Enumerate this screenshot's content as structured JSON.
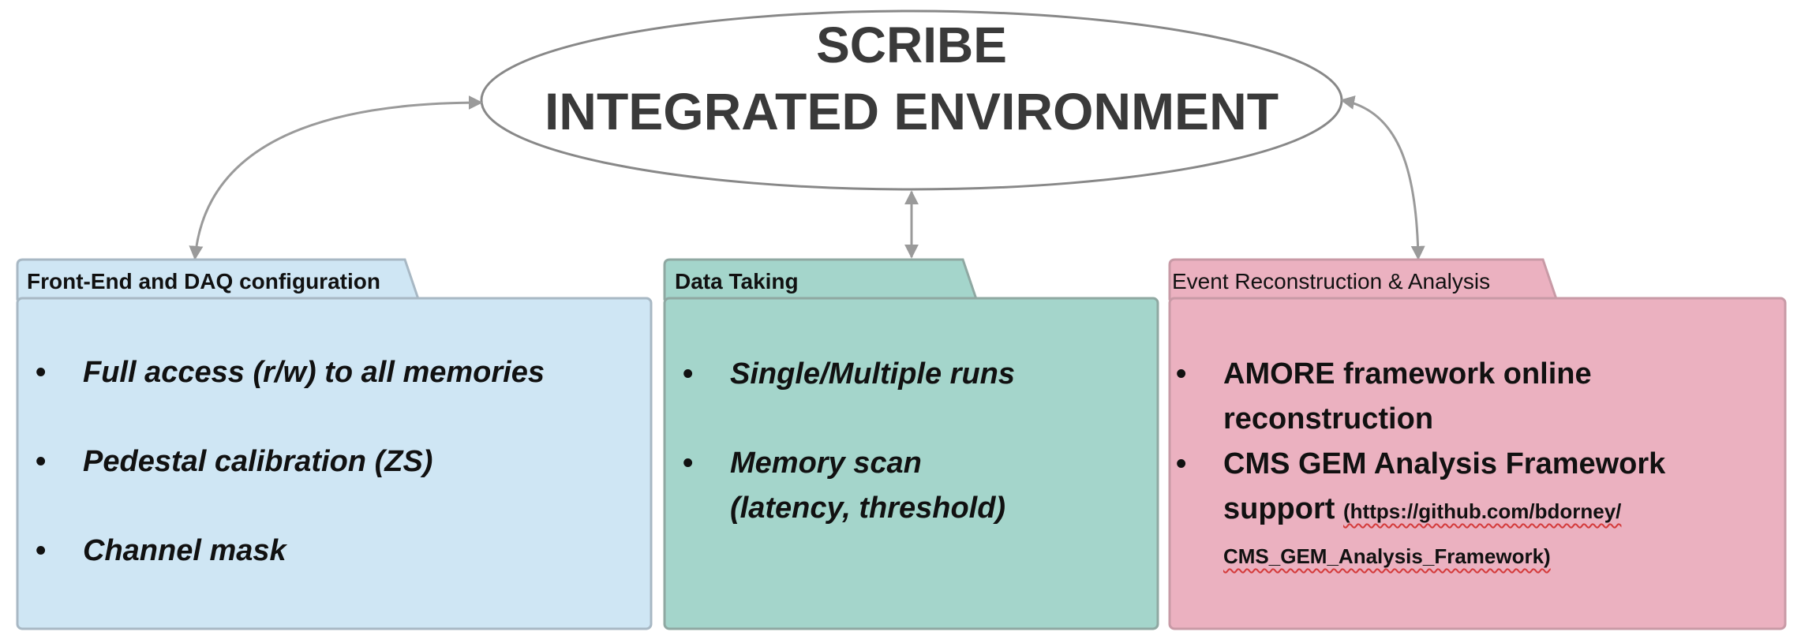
{
  "title": {
    "line1": "SCRIBE",
    "line2": "INTEGRATED ENVIRONMENT"
  },
  "panels": [
    {
      "tab_label": "Front-End and DAQ configuration",
      "fill_color": "#cfe6f4",
      "border_color": "#a8b8c4",
      "items": [
        "Full access (r/w) to all memories",
        "Pedestal calibration (ZS)",
        "Channel mask"
      ]
    },
    {
      "tab_label": "Data Taking",
      "fill_color": "#a4d5cb",
      "border_color": "#8fa8a2",
      "items": [
        "Single/Multiple runs",
        "Memory scan",
        "(latency, threshold)"
      ]
    },
    {
      "tab_label": "Event Reconstruction & Analysis",
      "fill_color": "#ebb1c0",
      "border_color": "#c89aa6",
      "items": [
        "AMORE framework online",
        "reconstruction",
        "CMS GEM Analysis Framework",
        "support",
        "(https://github.com/bdorney/",
        "CMS_GEM_Analysis_Framework)"
      ]
    }
  ],
  "colors": {
    "arrow": "#9a9a9a",
    "ellipse_stroke": "#888888",
    "title_text": "#3a3a3a"
  }
}
